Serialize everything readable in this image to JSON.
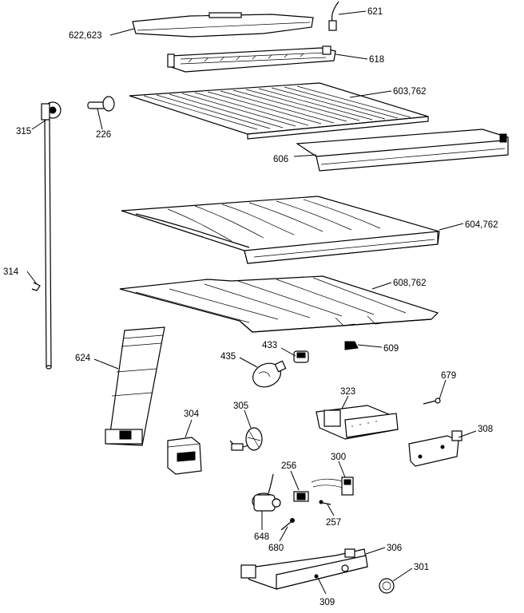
{
  "callouts": [
    {
      "id": "c621",
      "text": "621"
    },
    {
      "id": "c622",
      "text": "622,623"
    },
    {
      "id": "c618",
      "text": "618"
    },
    {
      "id": "c603",
      "text": "603,762"
    },
    {
      "id": "c226",
      "text": "226"
    },
    {
      "id": "c315",
      "text": "315"
    },
    {
      "id": "c606",
      "text": "606"
    },
    {
      "id": "c604",
      "text": "604,762"
    },
    {
      "id": "c314",
      "text": "314"
    },
    {
      "id": "c608",
      "text": "608,762"
    },
    {
      "id": "c624",
      "text": "624"
    },
    {
      "id": "c433",
      "text": "433"
    },
    {
      "id": "c435",
      "text": "435"
    },
    {
      "id": "c609",
      "text": "609"
    },
    {
      "id": "c679",
      "text": "679"
    },
    {
      "id": "c323",
      "text": "323"
    },
    {
      "id": "c304",
      "text": "304"
    },
    {
      "id": "c305",
      "text": "305"
    },
    {
      "id": "c308",
      "text": "308"
    },
    {
      "id": "c256",
      "text": "256"
    },
    {
      "id": "c300",
      "text": "300"
    },
    {
      "id": "c257",
      "text": "257"
    },
    {
      "id": "c648",
      "text": "648"
    },
    {
      "id": "c680",
      "text": "680"
    },
    {
      "id": "c306",
      "text": "306"
    },
    {
      "id": "c301",
      "text": "301"
    },
    {
      "id": "c309",
      "text": "309"
    }
  ],
  "colors": {
    "ink": "#000000",
    "paper": "#ffffff"
  }
}
